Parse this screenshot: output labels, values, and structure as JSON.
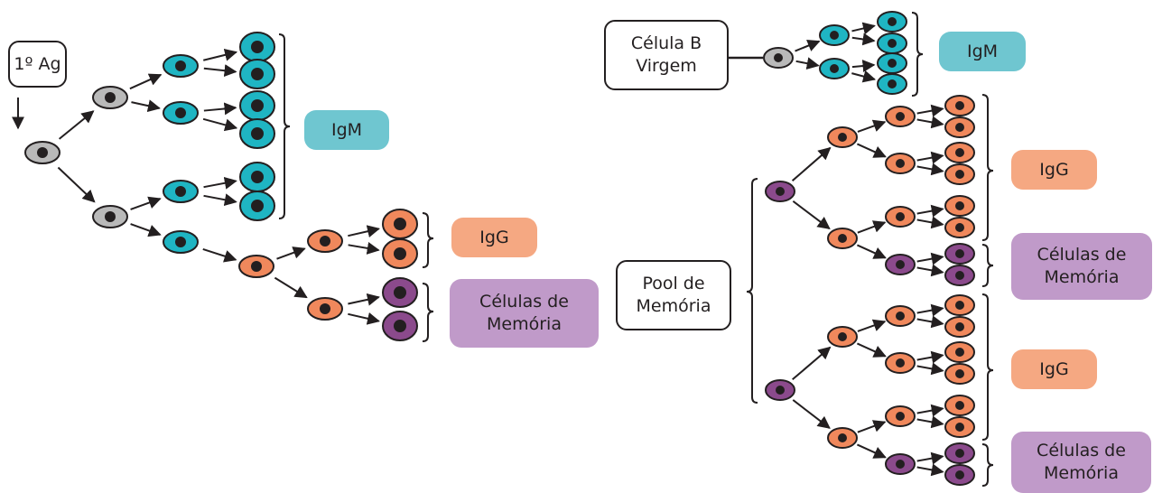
{
  "labels": {
    "primary_antigen": "1º Ag",
    "naive_b_cell": "Célula B\nVirgem",
    "memory_pool": "Pool de\nMemória",
    "igm": "IgM",
    "igg": "IgG",
    "memory_cells": "Células de\nMemória"
  },
  "colors": {
    "naive": "#b9b9b9",
    "igm": "#1fb5c3",
    "igg": "#f0885c",
    "memory": "#8b4a8c",
    "outline": "#231f20",
    "nucleus": "#231f20",
    "igm_box": "#6fc6d0",
    "igg_box": "#f5a882",
    "memory_box": "#c09ac9"
  },
  "icons": {
    "cell": "cell-icon",
    "arrow": "arrow-icon",
    "bracket": "bracket-icon"
  }
}
